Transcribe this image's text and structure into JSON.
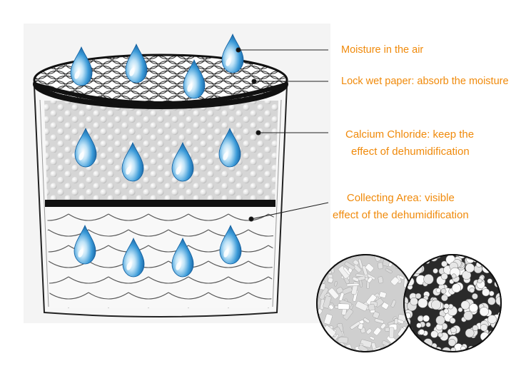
{
  "labels": {
    "moisture": "Moisture in the air",
    "wet_paper": "Lock wet paper: absorb the moisture",
    "calcium_line1": "Calcium Chloride: keep the",
    "calcium_line2": "effect of dehumidification",
    "collect_line1": "Collecting Area: visible",
    "collect_line2": "effect of the dehumidification"
  },
  "colors": {
    "label_text": "#f08a0b",
    "drop_blue": "#2a8bd0",
    "outline": "#1a1a1a"
  },
  "icons": {
    "drop": "water-drop-icon",
    "leader_dot": "leader-dot-icon"
  }
}
